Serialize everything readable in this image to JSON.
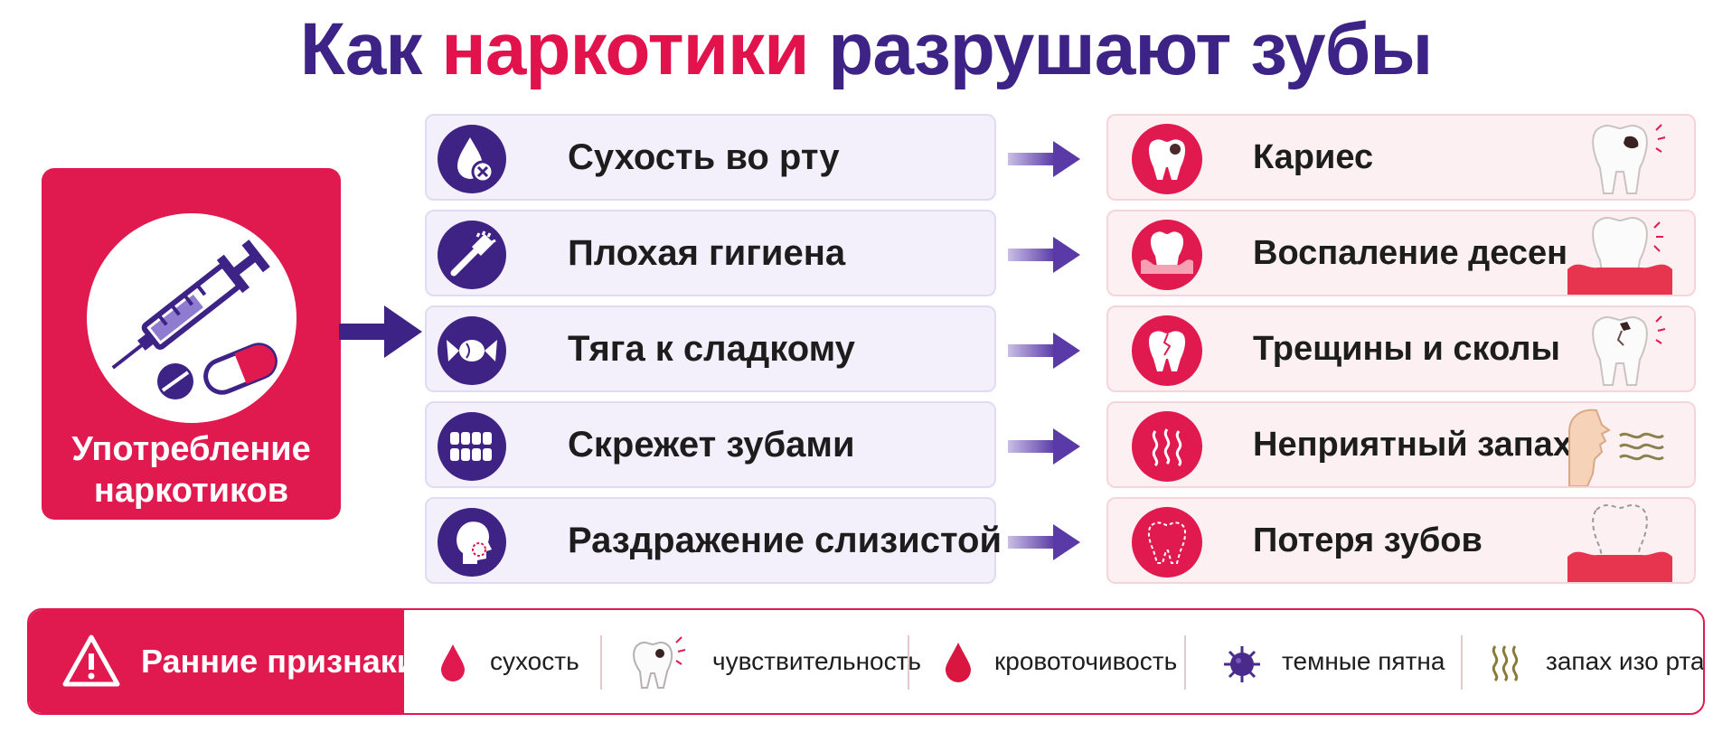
{
  "title": {
    "part1": "Как",
    "part2": "наркотики",
    "part3": "разрушают зубы"
  },
  "source": {
    "label_line1": "Употребление",
    "label_line2": "наркотиков",
    "icon": "syringe-and-pills-icon"
  },
  "causes": [
    {
      "label": "Сухость во рту",
      "icon": "dry-drop-icon"
    },
    {
      "label": "Плохая гигиена",
      "icon": "toothbrush-icon"
    },
    {
      "label": "Тяга к сладкому",
      "icon": "candy-icon"
    },
    {
      "label": "Скрежет зубами",
      "icon": "grinding-teeth-icon"
    },
    {
      "label": "Раздражение слизистой",
      "icon": "head-mucosa-icon"
    }
  ],
  "effects": [
    {
      "label": "Кариес",
      "icon": "decayed-tooth-icon"
    },
    {
      "label": "Воспаление десен",
      "icon": "inflamed-gum-icon"
    },
    {
      "label": "Трещины и сколы",
      "icon": "cracked-tooth-icon"
    },
    {
      "label": "Неприятный запах",
      "icon": "odor-waves-icon"
    },
    {
      "label": "Потеря зубов",
      "icon": "lost-tooth-icon"
    }
  ],
  "early_signs": {
    "heading": "Ранние признаки:",
    "items": [
      {
        "label": "сухость",
        "icon": "drop-icon"
      },
      {
        "label": "чувствительность",
        "icon": "sensitive-tooth-icon"
      },
      {
        "label": "кровоточивость",
        "icon": "blood-drop-icon"
      },
      {
        "label": "темные пятна",
        "icon": "germ-icon"
      },
      {
        "label": "запах изо рта",
        "icon": "odor-icon"
      }
    ]
  },
  "colors": {
    "purple": "#3d2386",
    "red": "#e01a4f",
    "arrow": "#5a3aa6"
  }
}
